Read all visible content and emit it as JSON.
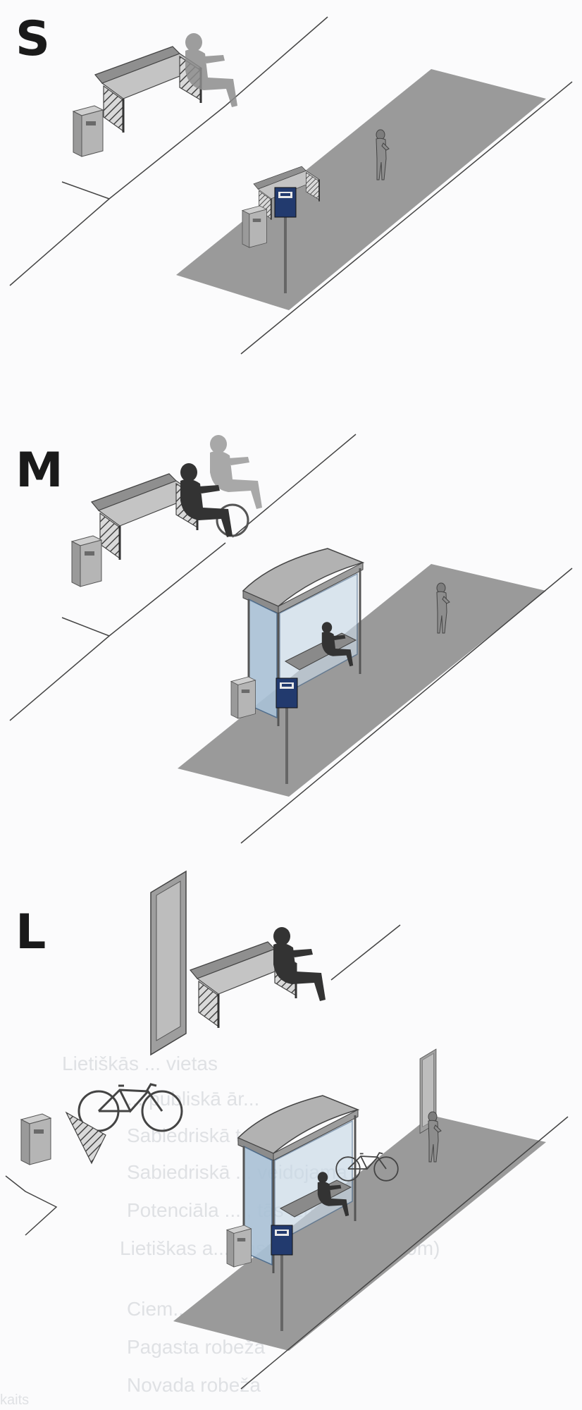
{
  "panels": [
    {
      "id": "s",
      "label": "S"
    },
    {
      "id": "m",
      "label": "M"
    },
    {
      "id": "l",
      "label": "L"
    }
  ],
  "bus_stop_sign": {
    "icon": "bus-icon"
  },
  "background_legend": {
    "title": "Lietiškās ... vietas",
    "items": [
      "... publiskā ār...",
      "Sabiedriskā t...",
      "Sabiedriskā ... veidojama",
      "Potenciāla ... , tās izmērs",
      "Lietiškas a... sasniedz... 50m, 500m)",
      "Ciem...",
      "Pagasta robeža",
      "Novada robeža"
    ],
    "corner_text": "kaits"
  },
  "colors": {
    "pavement": "#9a9a9a",
    "furniture_light": "#a8a8a8",
    "furniture_dark": "#7a7a7a",
    "glass": "#a9c1d6",
    "sign_blue": "#223a6e",
    "person_dark": "#3a3a3a",
    "person_light": "#8d8d8d"
  }
}
